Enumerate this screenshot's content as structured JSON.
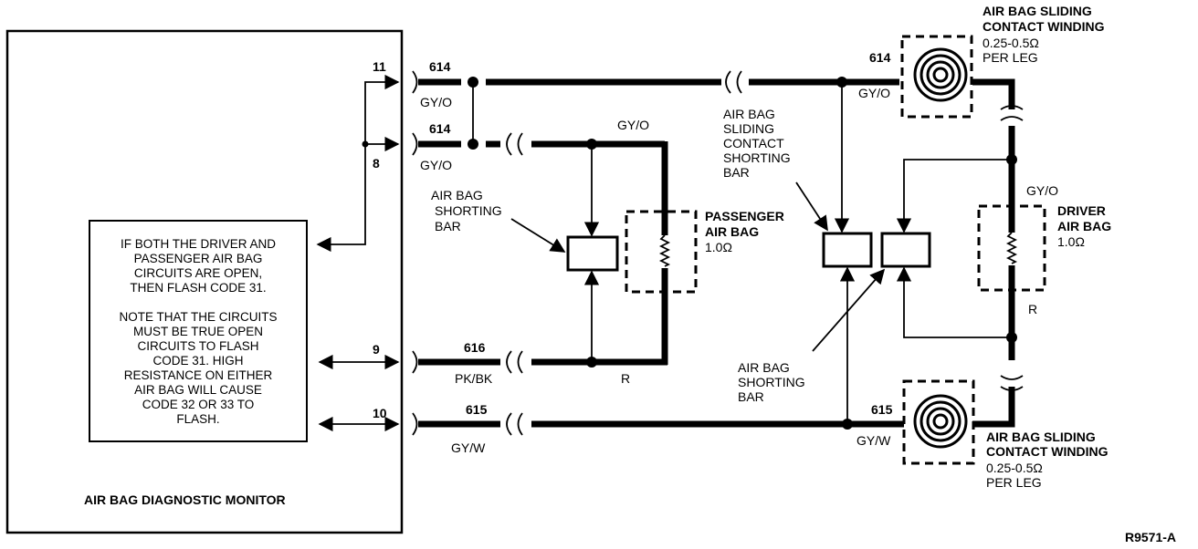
{
  "monitor": {
    "title": "AIR BAG DIAGNOSTIC MONITOR",
    "pins": [
      "11",
      "8",
      "9",
      "10"
    ]
  },
  "note": {
    "para1": [
      "IF BOTH THE DRIVER AND",
      "PASSENGER AIR BAG",
      "CIRCUITS ARE OPEN,",
      "THEN FLASH CODE 31."
    ],
    "para2": [
      "NOTE THAT THE CIRCUITS",
      "MUST BE TRUE OPEN",
      "CIRCUITS TO FLASH",
      "CODE 31. HIGH",
      "RESISTANCE ON EITHER",
      "AIR BAG WILL CAUSE",
      "CODE 32 OR 33 TO",
      "FLASH."
    ]
  },
  "wires": {
    "top_circuit": "614",
    "top_color": "GY/O",
    "second_circuit": "614",
    "second_color": "GY/O",
    "passenger_top_color": "GY/O",
    "pk_circuit": "616",
    "pk_color": "PK/BK",
    "r_color_passenger": "R",
    "bottom_circuit": "615",
    "bottom_color": "GY/W",
    "right_top_circuit": "614",
    "right_top_color": "GY/O",
    "right_bottom_circuit": "615",
    "right_bottom_color": "GY/W",
    "driver_top_color": "GY/O",
    "driver_bottom_color": "R"
  },
  "components": {
    "passenger_shorting_bar": [
      "AIR BAG",
      "SHORTING",
      "BAR"
    ],
    "passenger_air_bag": {
      "name": [
        "PASSENGER",
        "AIR BAG"
      ],
      "resistance": "1.0Ω"
    },
    "sliding_contact_shorting_bar": [
      "AIR BAG",
      "SLIDING",
      "CONTACT",
      "SHORTING",
      "BAR"
    ],
    "lower_shorting_bar": [
      "AIR BAG",
      "SHORTING",
      "BAR"
    ],
    "driver_air_bag": {
      "name": [
        "DRIVER",
        "AIR BAG"
      ],
      "resistance": "1.0Ω"
    },
    "top_winding": {
      "name": [
        "AIR BAG SLIDING",
        "CONTACT WINDING"
      ],
      "spec": [
        "0.25-0.5Ω",
        "PER LEG"
      ]
    },
    "bottom_winding": {
      "name": [
        "AIR BAG SLIDING",
        "CONTACT WINDING"
      ],
      "spec": [
        "0.25-0.5Ω",
        "PER LEG"
      ]
    }
  },
  "figure_id": "R9571-A"
}
